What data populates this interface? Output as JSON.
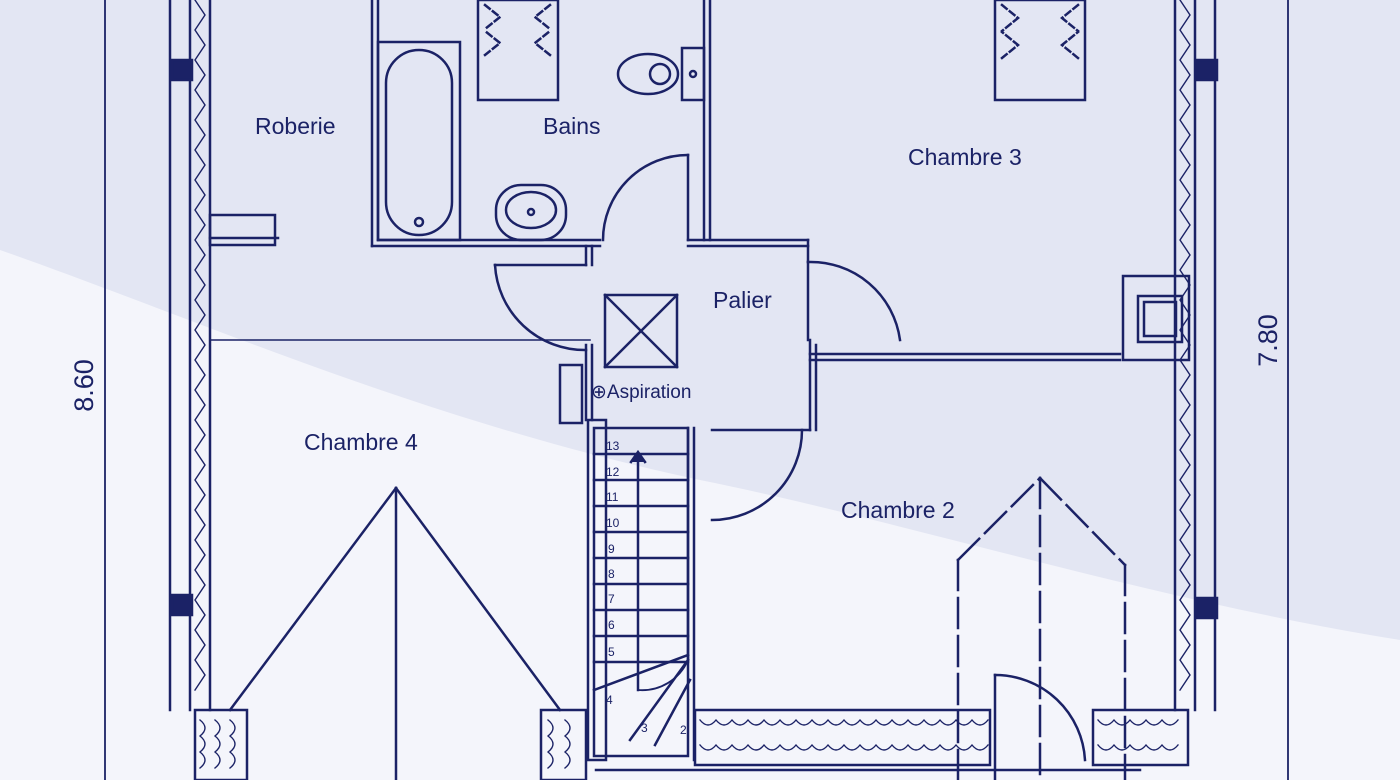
{
  "colors": {
    "ink": "#1b2266",
    "paper": "#f4f5fb",
    "paper_shadow": "#dfe2f1"
  },
  "rooms": {
    "roberie": "Roberie",
    "bains": "Bains",
    "chambre3": "Chambre 3",
    "palier": "Palier",
    "chambre4": "Chambre 4",
    "chambre2": "Chambre 2"
  },
  "fixtures": {
    "aspiration": "Aspiration"
  },
  "dimensions": {
    "left": "8.60",
    "right": "7.80"
  },
  "stairs": {
    "steps": [
      "13",
      "12",
      "11",
      "10",
      "9",
      "8",
      "7",
      "6",
      "5",
      "4",
      "3",
      "2"
    ]
  }
}
